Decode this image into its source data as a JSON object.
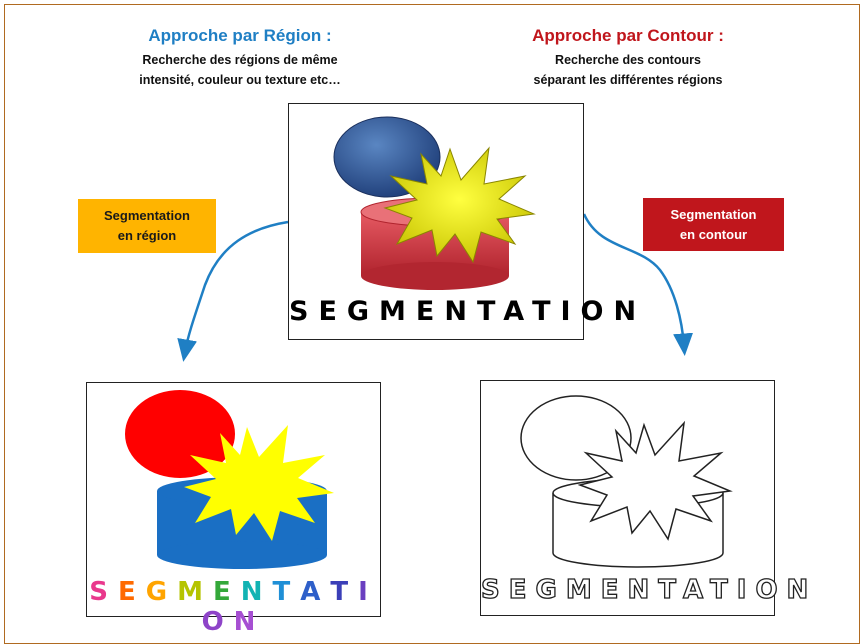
{
  "left_heading": {
    "title": "Approche par Région :",
    "line1": "Recherche des régions de même",
    "line2": "intensité, couleur ou texture etc…"
  },
  "right_heading": {
    "title": "Approche par Contour :",
    "line1": "Recherche des contours",
    "line2": "séparant  les différentes régions"
  },
  "tag_left": {
    "line1": "Segmentation",
    "line2": "en région"
  },
  "tag_right": {
    "line1": "Segmentation",
    "line2": "en contour"
  },
  "main_word": "SEGMENTATION",
  "left_word_letters": [
    "S",
    "E",
    "G",
    "M",
    "E",
    "N",
    "T",
    "A",
    "T",
    "I",
    "O",
    "N"
  ],
  "left_word_colors": [
    "#e9388c",
    "#ff6a00",
    "#ffa400",
    "#b5c400",
    "#34a83a",
    "#12b3b3",
    "#1f8fd6",
    "#2e5fc9",
    "#3b3fb8",
    "#6a3fc0",
    "#8e44c8",
    "#a64fd2"
  ],
  "right_word": "SEGMENTATION",
  "colors": {
    "left_title": "#1f7fc4",
    "right_title": "#c0161c",
    "tag_left_bg": "#ffb400",
    "tag_right_bg": "#c0161c",
    "arrow": "#1f7fc4"
  }
}
